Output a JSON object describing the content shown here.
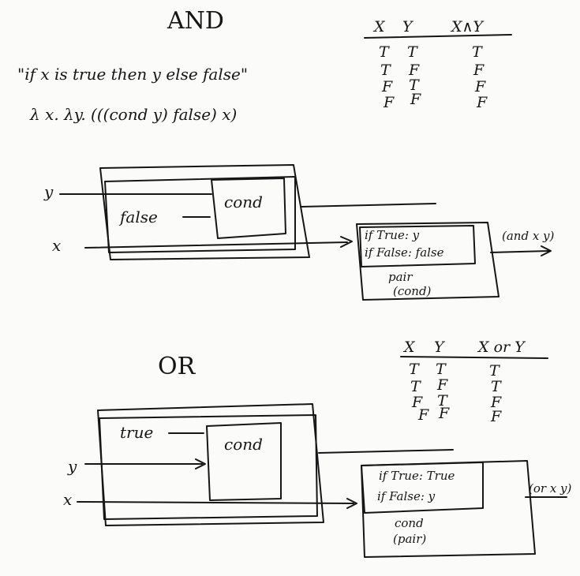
{
  "and_section": {
    "title": "AND",
    "description_line": "\"if x is true then y else false\"",
    "lambda_line": "λ x. λy. (((cond y) false) x)",
    "truth_table": {
      "headers": [
        "X",
        "Y",
        "X∧Y"
      ],
      "rows": [
        [
          "T",
          "T",
          "T"
        ],
        [
          "T",
          "F",
          "F"
        ],
        [
          "F",
          "T",
          "F"
        ],
        [
          "F",
          "F",
          "F"
        ]
      ]
    },
    "diagram": {
      "input_y": "y",
      "input_x": "x",
      "false_label": "false",
      "cond_label": "cond",
      "pair_line1": "if True: y",
      "pair_line2": "if False: false",
      "pair_caption1": "pair",
      "pair_caption2": "(cond)",
      "output_label": "(and x y)"
    }
  },
  "or_section": {
    "title": "OR",
    "truth_table": {
      "headers": [
        "X",
        "Y",
        "X or Y"
      ],
      "rows": [
        [
          "T",
          "T",
          "T"
        ],
        [
          "T",
          "F",
          "T"
        ],
        [
          "F",
          "T",
          "F"
        ],
        [
          "F",
          "F",
          "F"
        ]
      ]
    },
    "diagram": {
      "true_label": "true",
      "cond_label": "cond",
      "input_y": "y",
      "input_x": "x",
      "pair_line1": "if True: True",
      "pair_line2": "if False: y",
      "pair_caption1": "cond",
      "pair_caption2": "(pair)",
      "output_label": "(or x y)"
    }
  }
}
